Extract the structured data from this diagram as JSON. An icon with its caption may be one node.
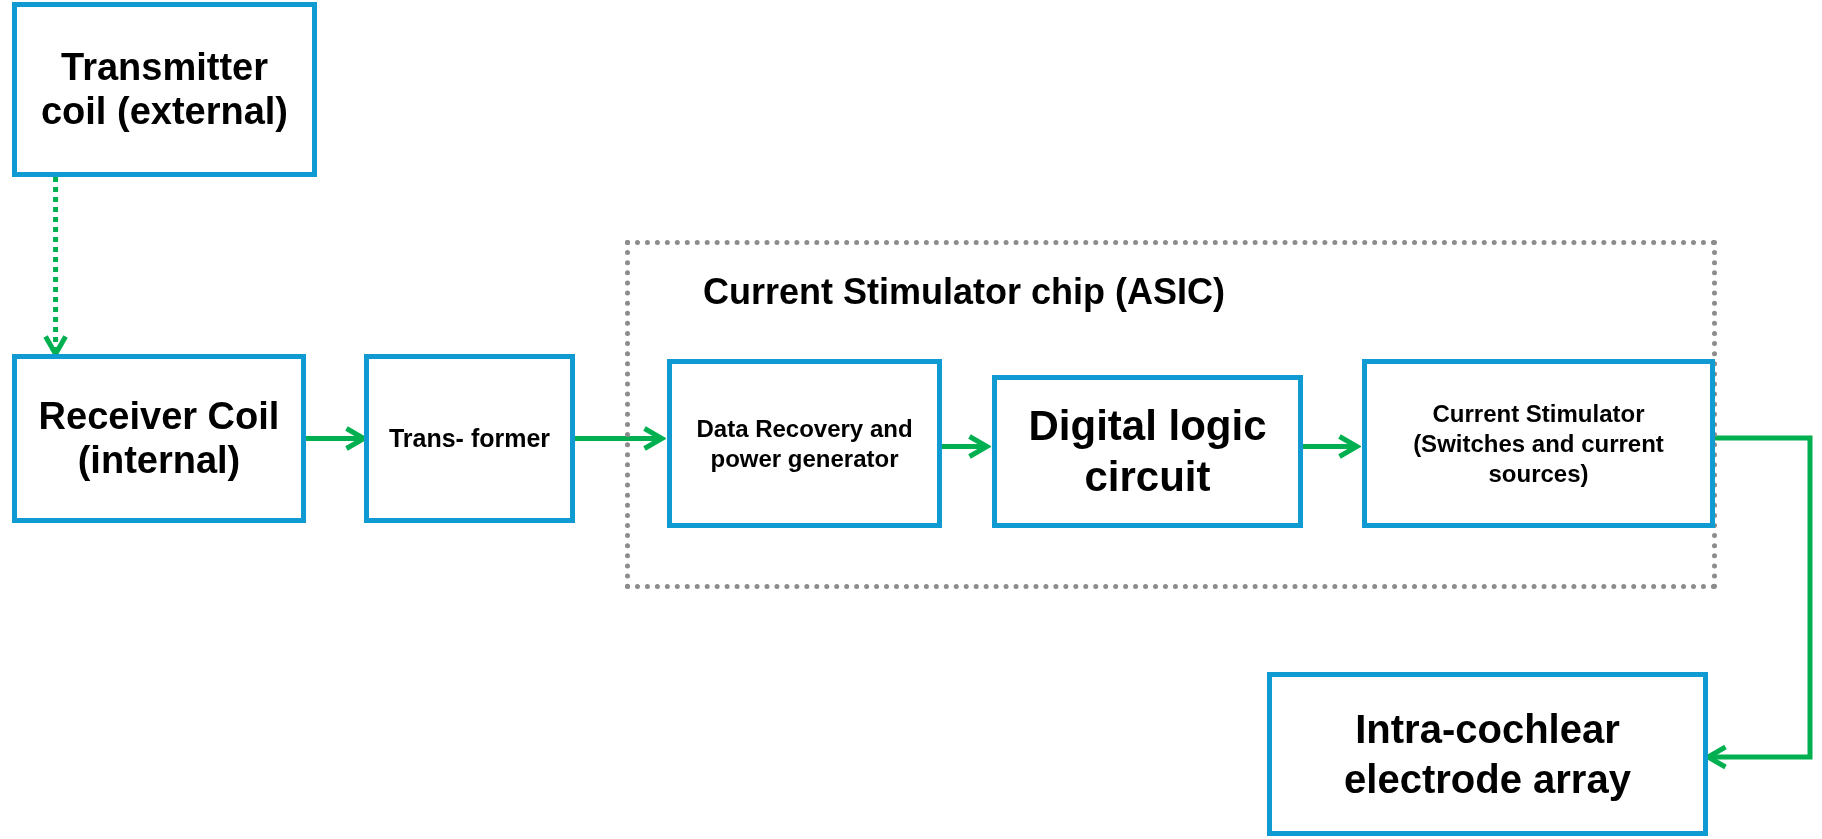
{
  "diagram": {
    "nodes": [
      {
        "text": [
          "Transmitter coil (external)"
        ]
      },
      {
        "text": [
          "Receiver Coil (internal)"
        ]
      },
      {
        "text": [
          "Trans- former"
        ]
      },
      {
        "text": [
          "Current Stimulator chip (ASIC)"
        ]
      },
      {
        "text": [
          "Data Recovery and power generator"
        ],
        "in": 3
      },
      {
        "text": [
          "Digital logic circuit"
        ],
        "in": 3
      },
      {
        "text": [
          "Current Stimulator (Switches and current sources)"
        ],
        "in": 3
      },
      {
        "text": [
          "Intra-cochlear electrode array"
        ]
      }
    ],
    "edges": [
      {
        "from": 0,
        "to": 1,
        "arrow": "to",
        "style": "dashed"
      },
      {
        "from": 1,
        "to": 2,
        "arrow": "to"
      },
      {
        "from": 2,
        "to": 4,
        "arrow": "to"
      },
      {
        "from": 4,
        "to": 5,
        "arrow": "to"
      },
      {
        "from": 5,
        "to": 6,
        "arrow": "to"
      },
      {
        "from": 6,
        "to": 7,
        "arrow": "to"
      }
    ]
  }
}
